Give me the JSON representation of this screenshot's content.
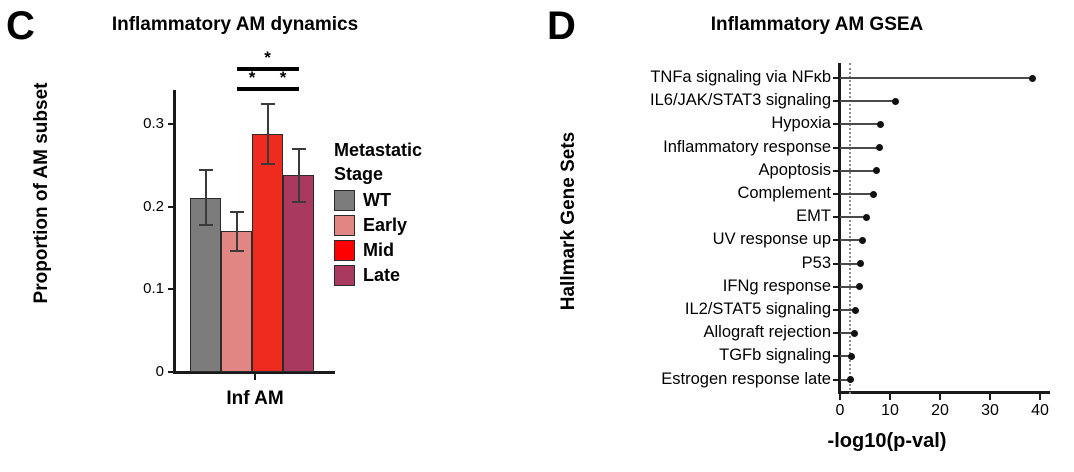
{
  "panelC": {
    "letter": "C",
    "title": "Inflammatory AM dynamics",
    "y_axis_label": "Proportion of AM subset",
    "x_tick_label": "Inf AM",
    "y_ticks": [
      "0",
      "0.1",
      "0.2",
      "0.3"
    ],
    "legend": {
      "title_line1": "Metastatic",
      "title_line2": "Stage",
      "items": [
        {
          "label": "WT",
          "color": "#7c7c7c"
        },
        {
          "label": "Early",
          "color": "#e28683"
        },
        {
          "label": "Mid",
          "color": "#ff0000"
        },
        {
          "label": "Late",
          "color": "#a9395f"
        }
      ]
    },
    "significance": [
      {
        "label": "*",
        "from": "Early",
        "to": "Late",
        "level": 1
      },
      {
        "label": "*",
        "from": "Early",
        "to": "Mid",
        "level": 0
      },
      {
        "label": "*",
        "from": "Mid",
        "to": "Late",
        "level": 0
      }
    ],
    "chart_data": {
      "type": "bar",
      "title": "Inflammatory AM dynamics",
      "xlabel": "Inf AM",
      "ylabel": "Proportion of AM subset",
      "ylim": [
        0,
        0.33
      ],
      "ytick_values": [
        0,
        0.1,
        0.2,
        0.3
      ],
      "grid": false,
      "legend_position": "right",
      "categories": [
        "WT",
        "Early",
        "Mid",
        "Late"
      ],
      "values": [
        0.211,
        0.17,
        0.288,
        0.238
      ],
      "errors": [
        0.035,
        0.025,
        0.037,
        0.033
      ],
      "bar_colors": [
        "#7c7c7c",
        "#e28683",
        "#ef2b20",
        "#a9395f"
      ]
    }
  },
  "panelD": {
    "letter": "D",
    "title": "Inflammatory AM GSEA",
    "y_axis_label": "Hallmark Gene Sets",
    "x_axis_label": "-log10(p-val)",
    "x_ticks": [
      "0",
      "10",
      "20",
      "30",
      "40"
    ],
    "chart_data": {
      "type": "bar",
      "subtype": "lollipop-horizontal",
      "title": "Inflammatory AM GSEA",
      "xlabel": "-log10(p-val)",
      "ylabel": "Hallmark Gene Sets",
      "xlim": [
        0,
        40
      ],
      "xtick_values": [
        0,
        10,
        20,
        30,
        40
      ],
      "grid": false,
      "threshold_line": 1.8,
      "categories": [
        "TNFa signaling via NFκb",
        "IL6/JAK/STAT3 signaling",
        "Hypoxia",
        "Inflammatory response",
        "Apoptosis",
        "Complement",
        "EMT",
        "UV response up",
        "P53",
        "IFNg response",
        "IL2/STAT5 signaling",
        "Allograft rejection",
        "TGFb signaling",
        "Estrogen response late"
      ],
      "values": [
        38.5,
        11.0,
        8.0,
        7.9,
        7.2,
        6.7,
        5.2,
        4.5,
        4.0,
        3.9,
        3.1,
        2.9,
        2.3,
        2.1
      ]
    }
  }
}
